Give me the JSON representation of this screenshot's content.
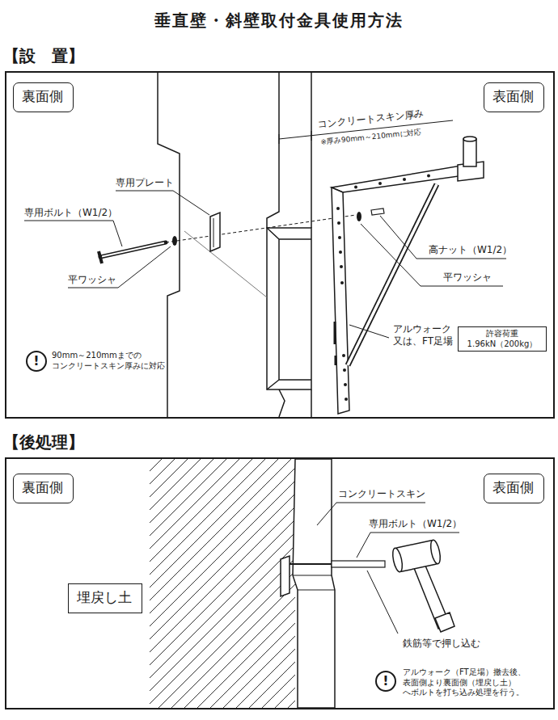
{
  "diagram": {
    "title": "垂直壁・斜壁取付金具使用方法",
    "nodes": [
      {
        "text": [
          "【設　置】"
        ]
      },
      {
        "text": [
          "裏面側"
        ],
        "in": 0
      },
      {
        "text": [
          "表面側"
        ],
        "in": 0
      },
      {
        "text": [
          "許容荷重 1.96kN（200kg）"
        ],
        "in": 0
      },
      {
        "text": [
          "!"
        ],
        "in": 0
      },
      {
        "text": [
          "【後処理】"
        ]
      },
      {
        "text": [
          "裏面側"
        ],
        "in": 5
      },
      {
        "text": [
          "表面側"
        ],
        "in": 5
      },
      {
        "text": [
          "埋戻し土"
        ],
        "in": 5
      },
      {
        "text": [
          "!"
        ],
        "in": 5
      }
    ],
    "labels": [
      "コンクリートスキン厚み",
      "※厚み90mm～210mmに対応",
      "専用プレート",
      "専用ボルト（W1/2）",
      "平ワッシャ",
      "高ナット（W1/2）",
      "平ワッシャ",
      "アルウォーク 又は、FT足場",
      "90mm～210mmまでの コンクリートスキン厚みに対応",
      "コンクリートスキン",
      "専用ボルト（W1/2）",
      "鉄筋等で押し込む",
      "アルウォーク（FT足場）撤去後、 表面側より裏面側（埋戻し土） へボルトを打ち込み処理を行う。"
    ]
  }
}
